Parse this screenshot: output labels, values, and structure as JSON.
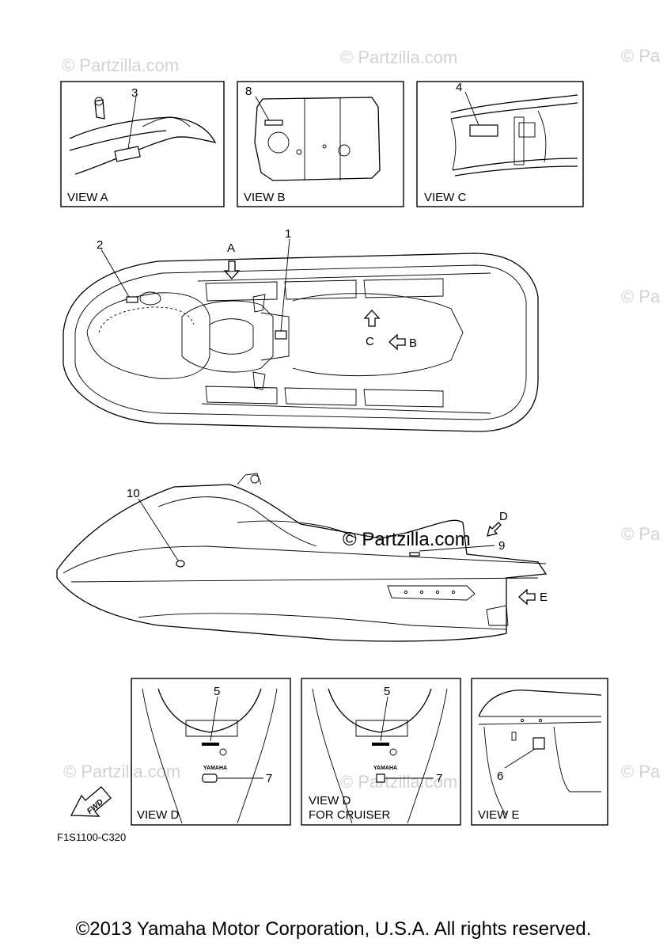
{
  "watermarks": [
    "© Partzilla.com",
    "© Partzilla.com",
    "© Pa",
    "© Pa",
    "© Pa",
    "© Pa",
    "© Partzilla.com",
    "© Partzilla.com"
  ],
  "center_watermark": "© Partzilla.com",
  "views": {
    "a": "VIEW A",
    "b": "VIEW B",
    "c": "VIEW C",
    "d": "VIEW D",
    "d_cruiser_line1": "VIEW D",
    "d_cruiser_line2": "FOR CRUISER",
    "e": "VIEW E"
  },
  "callouts": {
    "n1": "1",
    "n2": "2",
    "n3": "3",
    "n4": "4",
    "n5": "5",
    "n5b": "5",
    "n6": "6",
    "n7": "7",
    "n7b": "7",
    "n8": "8",
    "n9": "9",
    "n10": "10"
  },
  "arrows": {
    "a": "A",
    "b": "B",
    "c": "C",
    "d": "D",
    "e": "E"
  },
  "fwd": "FWD",
  "decal_brand": "YAMAHA",
  "ref_code": "F1S1100-C320",
  "copyright": "©2013 Yamaha Motor Corporation, U.S.A. All rights reserved."
}
